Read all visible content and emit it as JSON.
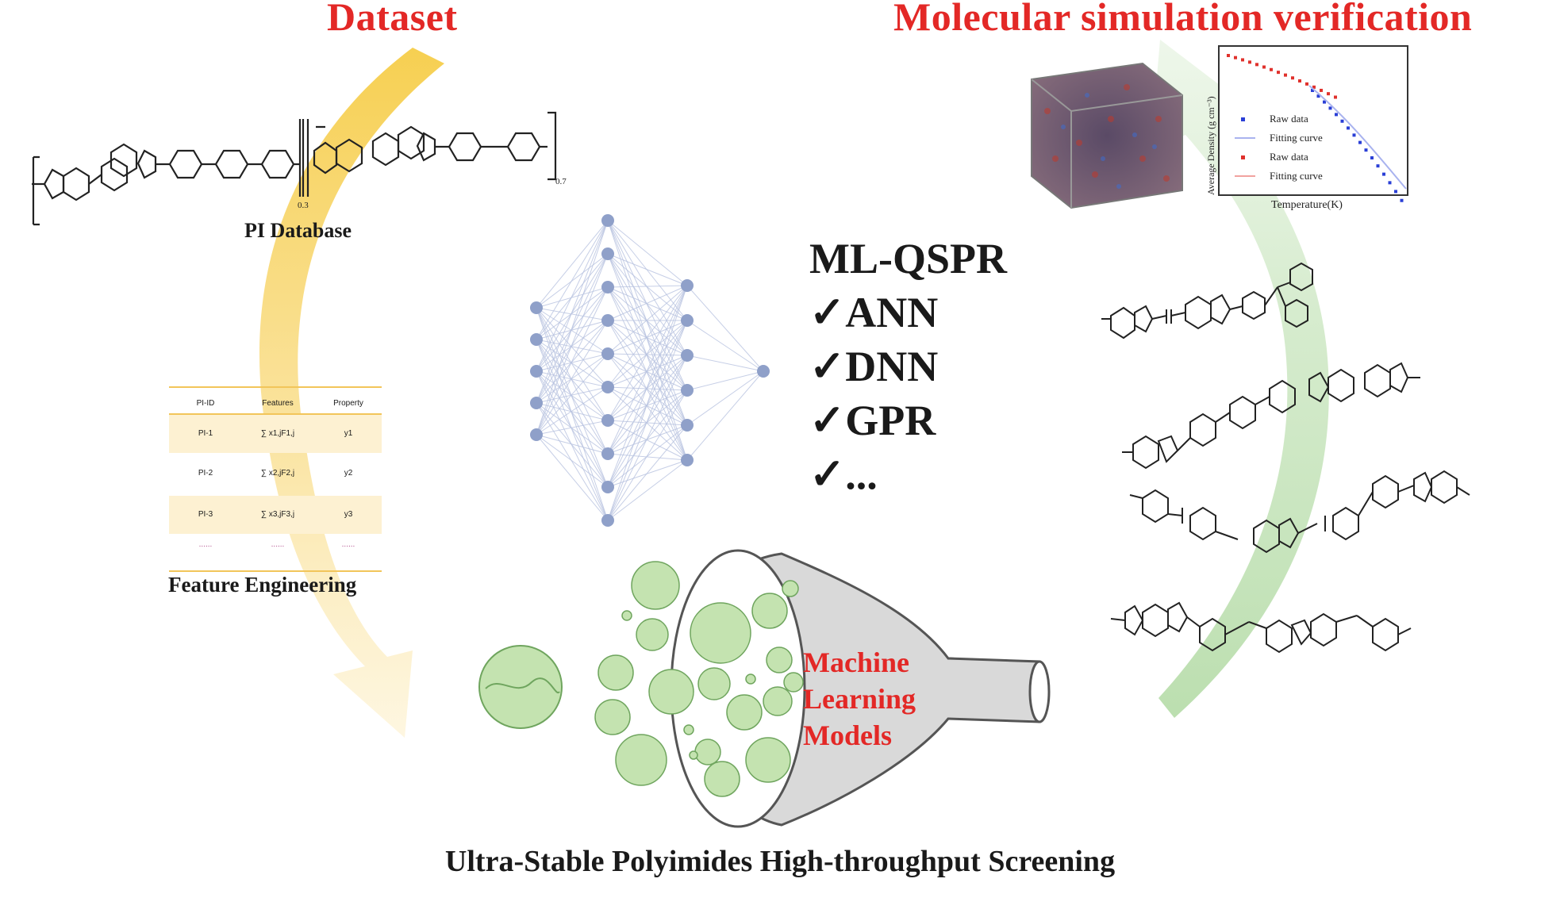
{
  "titles": {
    "dataset": "Dataset",
    "simulation": "Molecular simulation verification"
  },
  "labels": {
    "pi_database": "PI Database",
    "feature_engineering": "Feature Engineering",
    "bottom_title": "Ultra-Stable Polyimides High-throughput Screening",
    "polymer_sub_left": "0.3",
    "polymer_sub_right": "0.7"
  },
  "ml_qspr": {
    "heading": "ML-QSPR",
    "items": [
      "ANN",
      "DNN",
      "GPR",
      "..."
    ],
    "check": "✓"
  },
  "funnel": {
    "lines": [
      "Machine",
      "Learning",
      "Models"
    ]
  },
  "feature_table": {
    "headers": [
      "PI-ID",
      "Features",
      "Property"
    ],
    "rows": [
      {
        "id": "PI-1",
        "features": "∑ x1,jF1,j",
        "property": "y1"
      },
      {
        "id": "PI-2",
        "features": "∑ x2,jF2,j",
        "property": "y2"
      },
      {
        "id": "PI-3",
        "features": "∑ x3,jF3,j",
        "property": "y3"
      }
    ],
    "ellipsis": "......"
  },
  "density_chart": {
    "ylabel": "Average Density (g cm⁻³)",
    "xlabel": "Temperature(K)",
    "legend": [
      {
        "label": "Raw data",
        "color": "#2a3fd6"
      },
      {
        "label": "Fitting curve",
        "color": "#a9b3ef"
      },
      {
        "label": "Raw data",
        "color": "#e0312c"
      },
      {
        "label": "Fitting curve",
        "color": "#f1a29f"
      }
    ]
  },
  "colors": {
    "title_red": "#e32826",
    "text": "#1a1a1a",
    "arrow_yellow": "#f6cf4f",
    "arrow_green": "#a9d59a",
    "circle_fill": "#c4e3b0",
    "circle_stroke": "#6fa55e",
    "funnel_fill": "#d9d9d9",
    "nn_node": "#8fa0c9",
    "nn_edge": "#b8c3e0"
  }
}
